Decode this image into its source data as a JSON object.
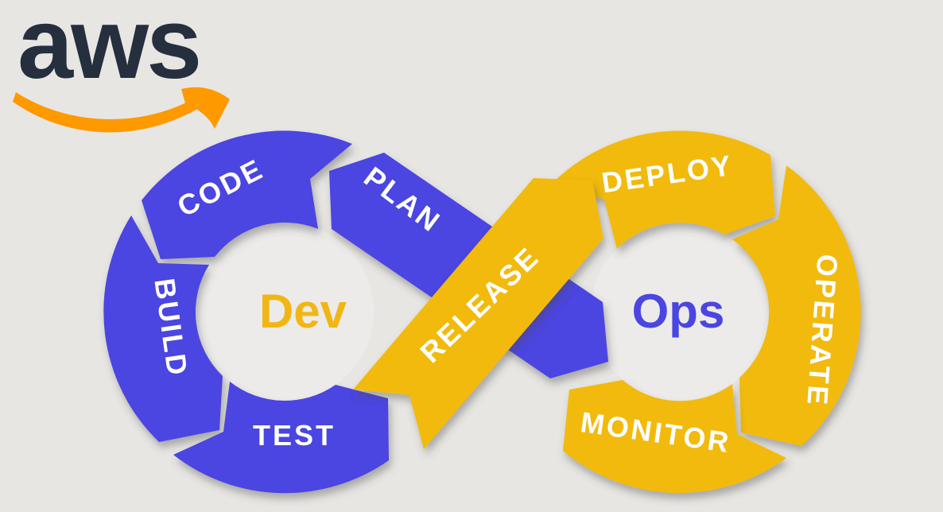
{
  "logo": {
    "text": "aws"
  },
  "colors": {
    "background": "#E7E6E3",
    "dev_blue": "#4B45E1",
    "ops_yellow": "#F2BA10",
    "logo_text_dark": "#252F3E",
    "swoosh_orange": "#FF9900",
    "segment_label_white": "#FFFFFF",
    "dev_center_label": "#F2B614",
    "ops_center_label": "#4B45E1",
    "inner_circle": "#ECEBE9"
  },
  "dev_loop": {
    "center_label": "Dev",
    "segments": {
      "plan": "PLAN",
      "code": "CODE",
      "build": "BUILD",
      "test": "TEST"
    }
  },
  "ops_loop": {
    "center_label": "Ops",
    "segments": {
      "release": "RELEASE",
      "deploy": "DEPLOY",
      "operate": "OPERATE",
      "monitor": "MONITOR"
    }
  }
}
